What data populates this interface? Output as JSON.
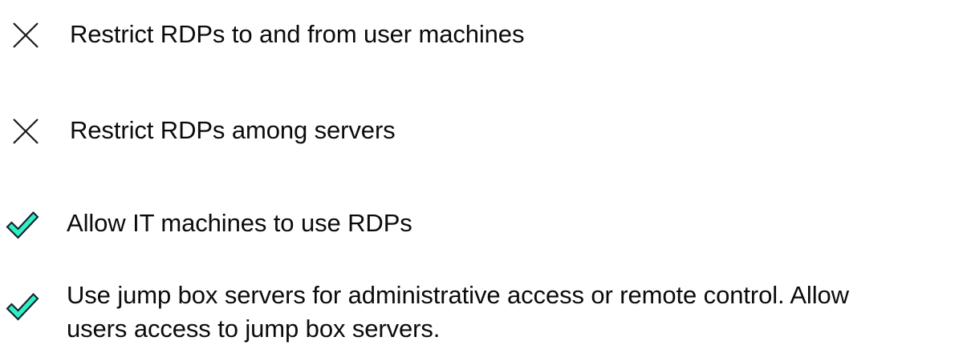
{
  "page": {
    "background_color": "#ffffff",
    "text_color": "#0b0b0b"
  },
  "icons": {
    "cross": {
      "name": "cross-icon",
      "stroke_color": "#1a1a1a"
    },
    "check": {
      "name": "check-icon",
      "fill_color": "#2fefc4",
      "outline_color": "#16202b"
    }
  },
  "checklist": {
    "items": [
      {
        "icon": "cross-icon",
        "status": "denied",
        "label": "Restrict RDPs to and from user machines"
      },
      {
        "icon": "cross-icon",
        "status": "denied",
        "label": "Restrict RDPs among servers"
      },
      {
        "icon": "check-icon",
        "status": "allowed",
        "label": "Allow IT machines to use RDPs"
      },
      {
        "icon": "check-icon",
        "status": "allowed",
        "label": "Use jump box servers for administrative access or remote control. Allow\nusers access to jump box servers."
      }
    ]
  }
}
